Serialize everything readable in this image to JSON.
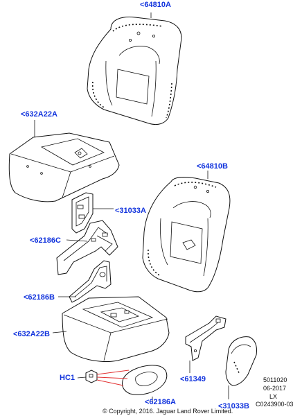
{
  "diagram": {
    "colors": {
      "callout": "#1133dd",
      "line": "#111111",
      "leader_highlight": "#e23030"
    },
    "callouts": [
      {
        "id": "backrest-foam-top",
        "text": "<64810A"
      },
      {
        "id": "cushion-foam-top",
        "text": "<632A22A"
      },
      {
        "id": "backrest-foam-right",
        "text": "<64810B"
      },
      {
        "id": "bracket-upper",
        "text": "<31033A"
      },
      {
        "id": "bracket-left",
        "text": "<62186C"
      },
      {
        "id": "bracket-lower",
        "text": "<62186B"
      },
      {
        "id": "cushion-foam-lower",
        "text": "<632A22B"
      },
      {
        "id": "clip",
        "text": "HC1"
      },
      {
        "id": "support-bracket",
        "text": "<61349"
      },
      {
        "id": "pad",
        "text": "<62186A"
      },
      {
        "id": "cover-panel",
        "text": "<31033B"
      }
    ],
    "reference": {
      "code": "5011020",
      "date": "06-2017",
      "model": "LX",
      "figure": "C0243900-03"
    },
    "copyright": "© Copyright, 2016. Jaguar Land Rover Limited."
  }
}
